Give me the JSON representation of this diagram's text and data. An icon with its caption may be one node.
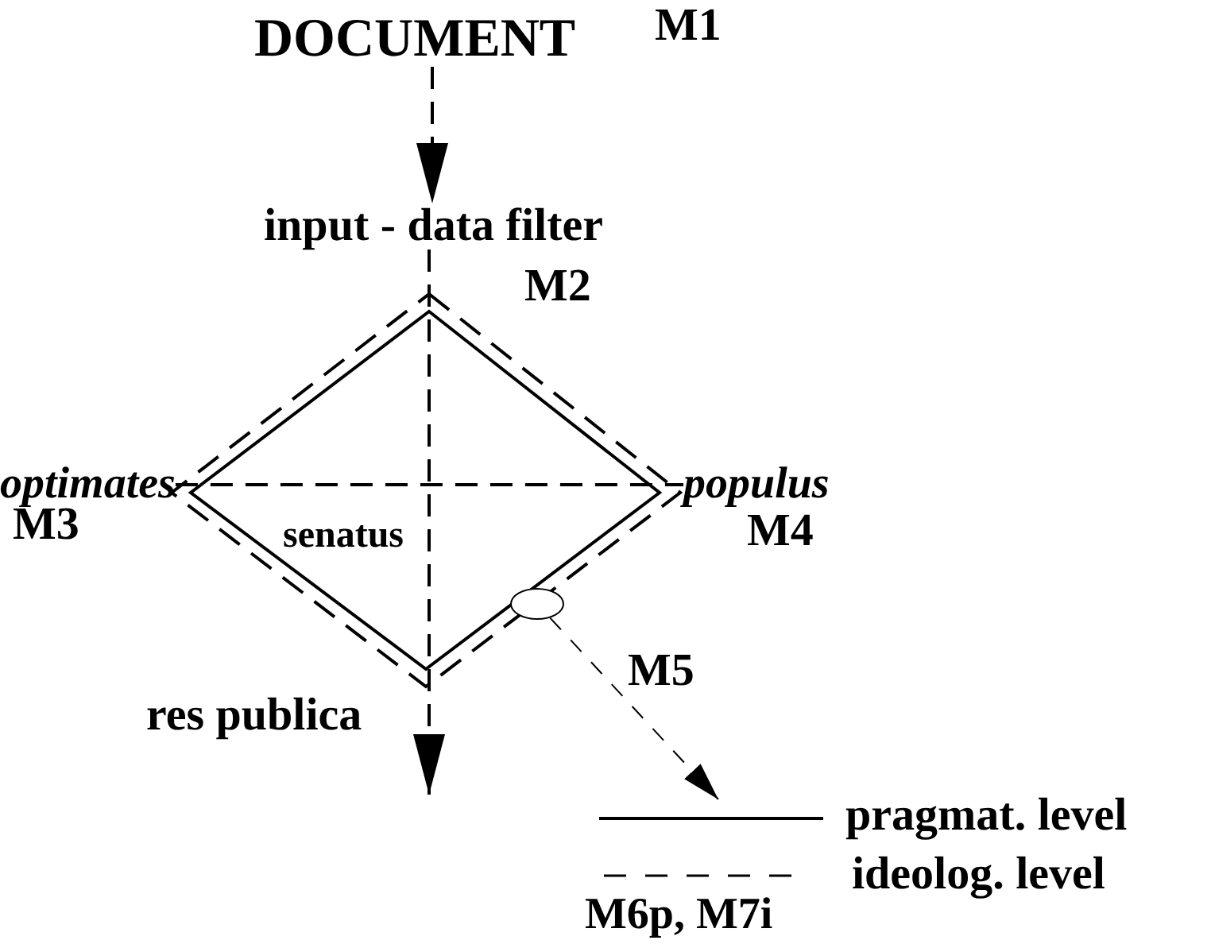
{
  "diagram": {
    "nodes": [
      {
        "text": [
          "DOCUMENT"
        ],
        "beside": [
          "M1"
        ]
      },
      {
        "text": [
          "input - data filter"
        ],
        "beside": [
          "M2"
        ]
      },
      {
        "text": [
          "senatus"
        ]
      },
      {
        "text": [
          "optimates"
        ],
        "beside": [
          "M3"
        ]
      },
      {
        "text": [
          "populus"
        ],
        "beside": [
          "M4"
        ]
      },
      {
        "text": [
          "res publica"
        ]
      },
      {
        "text": [],
        "shape": "ellipse"
      }
    ],
    "edges": [
      {
        "from": 0,
        "to": 1,
        "arrow": "to",
        "style": "dashed"
      },
      {
        "from": 1,
        "to": null,
        "arrow": "to",
        "style": "dashed"
      },
      {
        "from": 3,
        "to": 4,
        "arrow": "none",
        "style": "dashed"
      },
      {
        "from": 6,
        "to": null,
        "arrow": "to",
        "style": "dashed",
        "label": "M5"
      }
    ],
    "labels": [
      "M6p, M7i"
    ],
    "legend": [
      {
        "text": "pragmat. level"
      },
      {
        "text": "ideolog. level"
      }
    ]
  }
}
